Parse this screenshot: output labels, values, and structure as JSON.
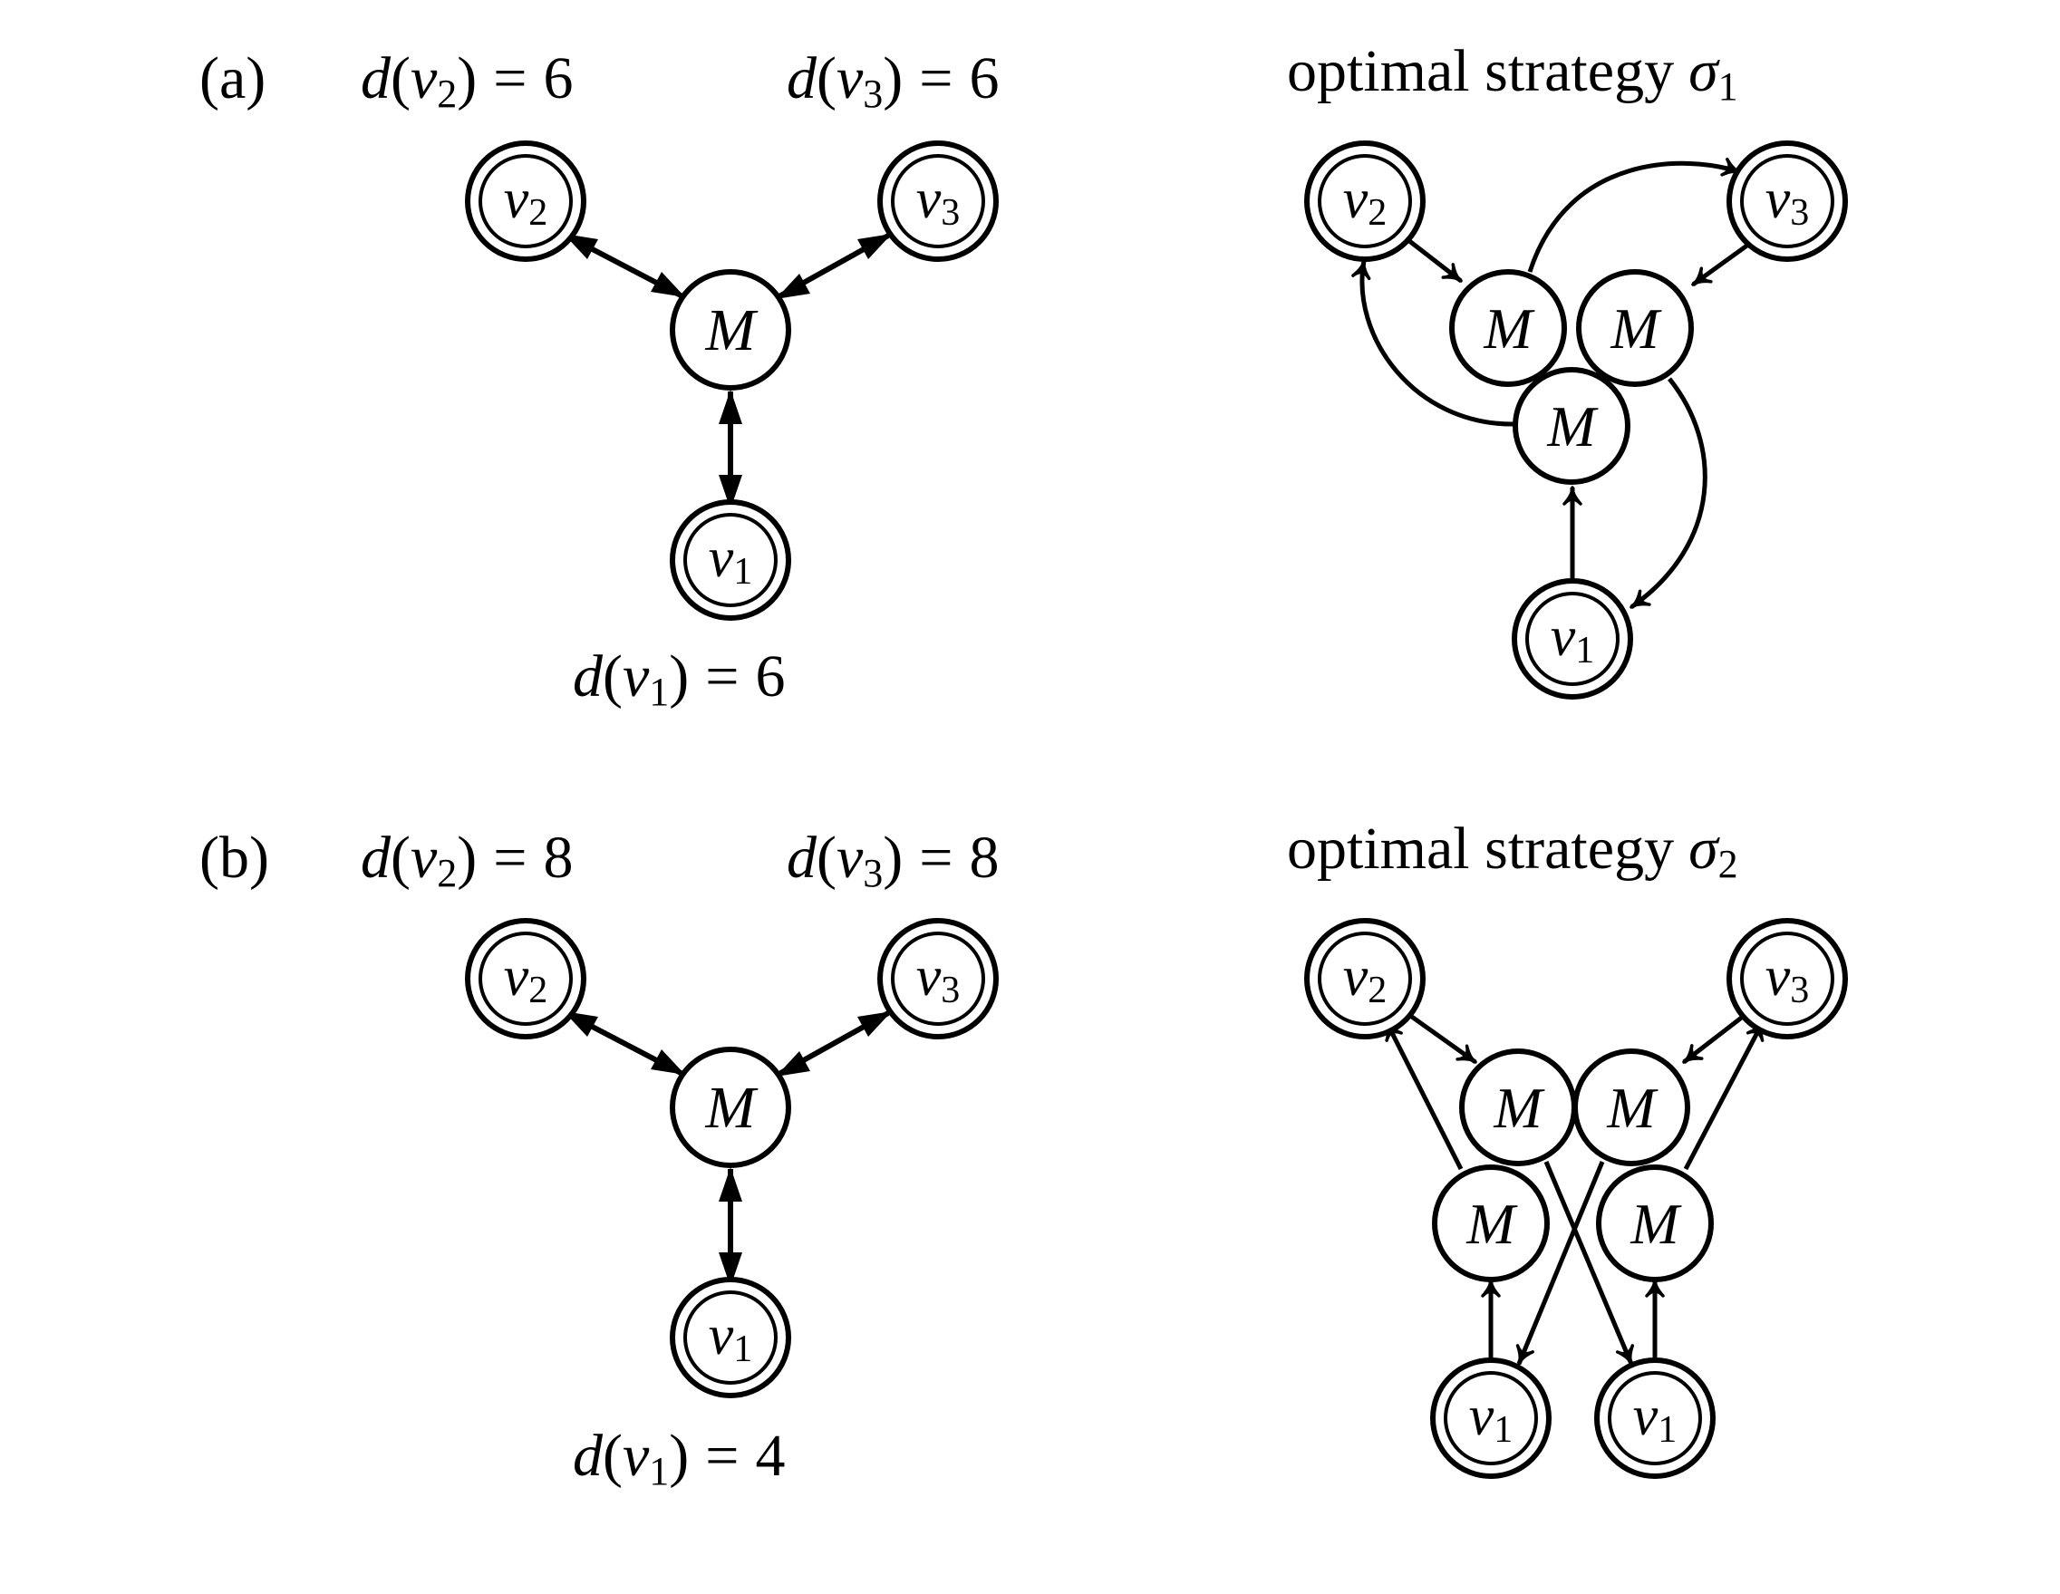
{
  "panels": {
    "a": {
      "tag": "(a)",
      "labels": {
        "v2": {
          "fn": "d",
          "open": "(",
          "var": "v",
          "sub": "2",
          "close": ")",
          "eq": "=",
          "value": "6"
        },
        "v3": {
          "fn": "d",
          "open": "(",
          "var": "v",
          "sub": "3",
          "close": ")",
          "eq": "=",
          "value": "6"
        },
        "v1": {
          "fn": "d",
          "open": "(",
          "var": "v",
          "sub": "1",
          "close": ")",
          "eq": "=",
          "value": "6"
        }
      },
      "strategy": {
        "prefix": "optimal strategy",
        "sym": "σ",
        "sub": "1"
      }
    },
    "b": {
      "tag": "(b)",
      "labels": {
        "v2": {
          "fn": "d",
          "open": "(",
          "var": "v",
          "sub": "2",
          "close": ")",
          "eq": "=",
          "value": "8"
        },
        "v3": {
          "fn": "d",
          "open": "(",
          "var": "v",
          "sub": "3",
          "close": ")",
          "eq": "=",
          "value": "8"
        },
        "v1": {
          "fn": "d",
          "open": "(",
          "var": "v",
          "sub": "1",
          "close": ")",
          "eq": "=",
          "value": "4"
        }
      },
      "strategy": {
        "prefix": "optimal strategy",
        "sym": "σ",
        "sub": "2"
      }
    }
  },
  "nodes": {
    "v": {
      "var": "v"
    },
    "m": {
      "label": "M"
    }
  },
  "colors": {
    "stroke": "#000000",
    "fill": "#ffffff",
    "text": "#000000"
  }
}
